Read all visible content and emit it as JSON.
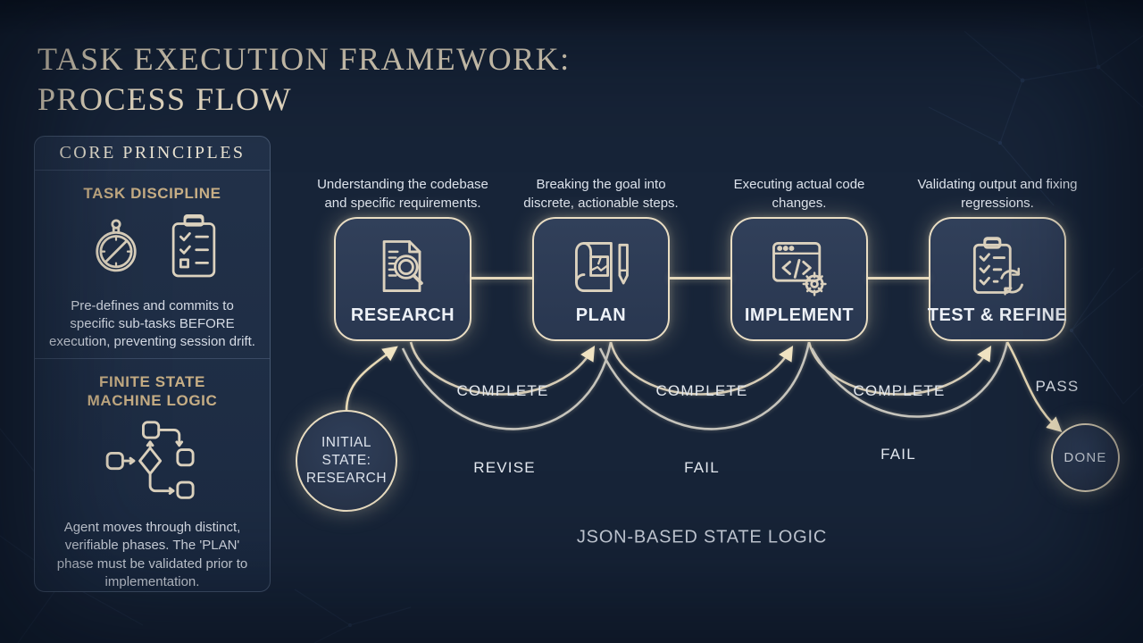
{
  "title": {
    "line1": "TASK EXECUTION FRAMEWORK:",
    "line2": "PROCESS FLOW"
  },
  "sidebar": {
    "header": "CORE PRINCIPLES",
    "sections": [
      {
        "heading": "TASK DISCIPLINE",
        "icons": [
          "compass-icon",
          "checklist-clipboard-icon"
        ],
        "body": "Pre-defines and commits to specific sub-tasks BEFORE execution, preventing session drift."
      },
      {
        "heading": "FINITE STATE MACHINE LOGIC",
        "icons": [
          "state-machine-flowchart-icon"
        ],
        "body": "Agent moves through distinct, verifiable phases. The 'PLAN' phase must be validated prior to implementation."
      }
    ]
  },
  "flow": {
    "stages": [
      {
        "label": "RESEARCH",
        "icon": "document-magnifier-icon",
        "description": "Understanding the codebase and specific requirements."
      },
      {
        "label": "PLAN",
        "icon": "blueprint-pencil-icon",
        "description": "Breaking the goal into discrete, actionable steps."
      },
      {
        "label": "IMPLEMENT",
        "icon": "code-window-gear-icon",
        "description": "Executing actual code changes."
      },
      {
        "label": "TEST & REFINE",
        "icon": "clipboard-refresh-icon",
        "description": "Validating output and fixing regressions."
      }
    ],
    "start_node": {
      "label": "INITIAL STATE: RESEARCH",
      "lines": [
        "INITIAL",
        "STATE:",
        "RESEARCH"
      ]
    },
    "end_node": {
      "label": "DONE"
    },
    "transitions": [
      {
        "label": "COMPLETE",
        "from": "RESEARCH",
        "to": "PLAN"
      },
      {
        "label": "REVISE",
        "from": "PLAN",
        "to": "RESEARCH"
      },
      {
        "label": "COMPLETE",
        "from": "PLAN",
        "to": "IMPLEMENT"
      },
      {
        "label": "FAIL",
        "from": "IMPLEMENT",
        "to": "PLAN"
      },
      {
        "label": "COMPLETE",
        "from": "IMPLEMENT",
        "to": "TEST & REFINE"
      },
      {
        "label": "FAIL",
        "from": "TEST & REFINE",
        "to": "IMPLEMENT"
      },
      {
        "label": "PASS",
        "from": "TEST & REFINE",
        "to": "DONE"
      }
    ],
    "footer": "JSON-BASED STATE LOGIC"
  },
  "colors": {
    "background": "#172438",
    "panel_border": "#45566F",
    "box_border_cream": "#E9DDC3",
    "gold_heading": "#C7AE85",
    "title_cream": "#EBDFC6",
    "body_text": "#D5DBE5",
    "arc_stroke": "#CFC8B6",
    "arrowhead": "#F0E3C2"
  }
}
